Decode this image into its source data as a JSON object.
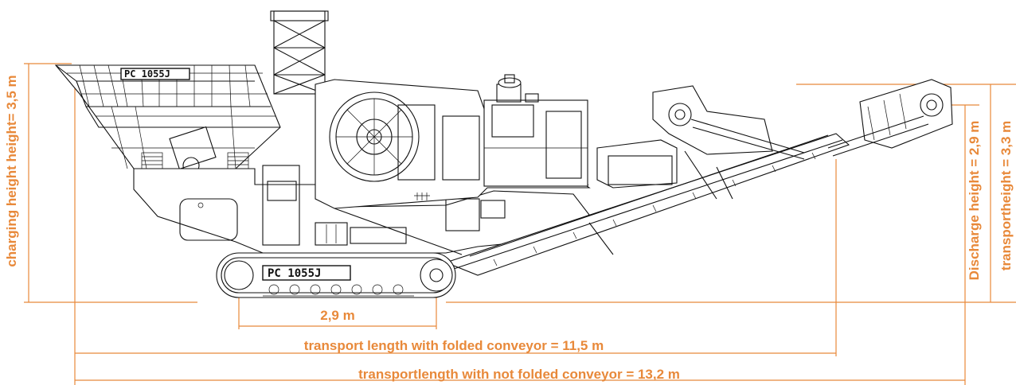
{
  "accent_color": "#e8893a",
  "machine": {
    "model_plate_top": "PC 1055J",
    "model_plate_track": "PC 1055J"
  },
  "dimensions": {
    "charging_height": "charging height height= 3,5 m",
    "discharge_height": "Discharge height  =  2,9 m",
    "transport_height": "transportheight  =  3,3 m",
    "track_length": "2,9 m",
    "transport_length_folded": "transport length with folded conveyor = 11,5 m",
    "transport_length_unfolded": "transportlength with not folded conveyor = 13,2 m"
  }
}
